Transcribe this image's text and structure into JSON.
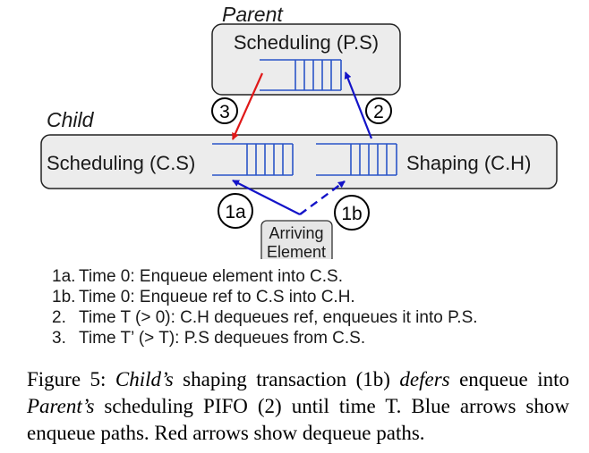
{
  "diagram": {
    "parent_label": "Parent",
    "parent_box_label": "Scheduling (P.S)",
    "child_label": "Child",
    "child_sched_label": "Scheduling (C.S)",
    "child_shape_label": "Shaping (C.H)",
    "arriving_line1": "Arriving",
    "arriving_line2": "Element",
    "markers": {
      "m3": "3",
      "m2": "2",
      "m1a": "1a",
      "m1b": "1b"
    },
    "colors": {
      "enqueue_arrow": "#1414c8",
      "dequeue_arrow": "#e01818",
      "box_fill": "#ececec",
      "pifo_stroke": "#2a55c8"
    }
  },
  "steps": [
    {
      "num": "1a.",
      "text": "Time 0: Enqueue element into C.S."
    },
    {
      "num": "1b.",
      "text": "Time 0: Enqueue ref to C.S into C.H."
    },
    {
      "num": "2.",
      "text": "Time T (> 0): C.H dequeues ref, enqueues it into P.S."
    },
    {
      "num": "3.",
      "text": "Time T’ (> T): P.S dequeues from C.S."
    }
  ],
  "caption": {
    "prefix": "Figure 5: ",
    "child": "Child’s",
    "mid1": " shaping transaction (1b) ",
    "defers": "defers",
    "mid2": " enqueue into ",
    "parent": "Parent’s",
    "rest": " scheduling PIFO (2) until time T. Blue arrows show enqueue paths. Red arrows show dequeue paths."
  }
}
